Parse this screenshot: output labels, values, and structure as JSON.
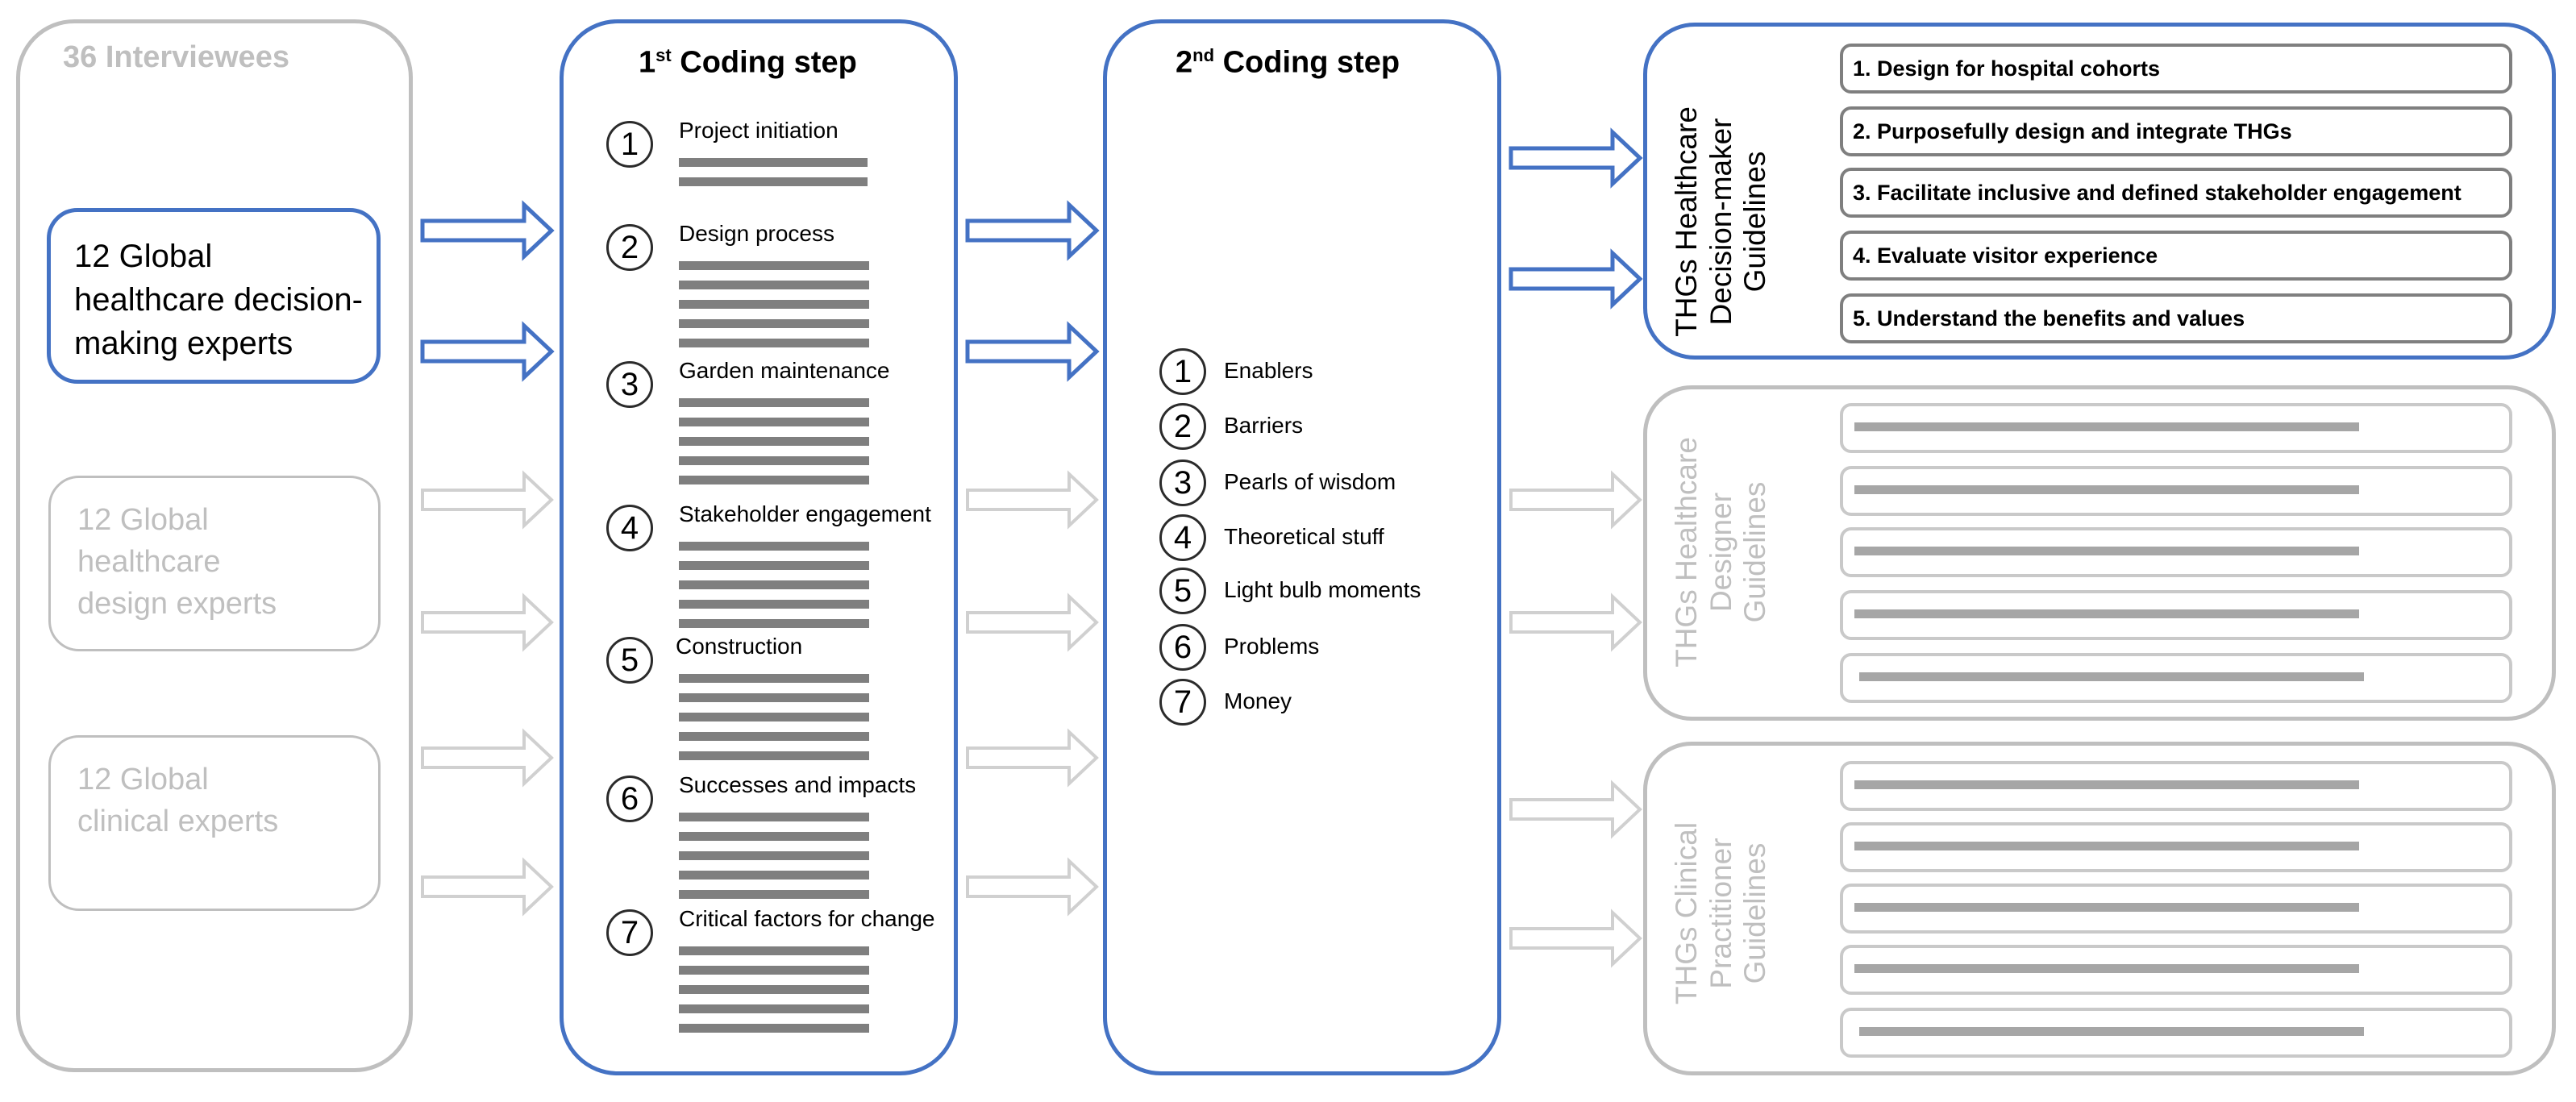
{
  "interviewees": {
    "title": "36 Interviewees",
    "groups": [
      {
        "label": "12 Global healthcare decision-making experts",
        "lines": [
          "12 Global",
          "healthcare decision-",
          "making experts"
        ],
        "active": true
      },
      {
        "label": "12 Global healthcare design experts",
        "lines": [
          "12 Global",
          "healthcare",
          "design experts"
        ],
        "active": false
      },
      {
        "label": "12 Global clinical experts",
        "lines": [
          "12 Global",
          "clinical experts"
        ],
        "active": false
      }
    ]
  },
  "first_coding": {
    "title_prefix": "1",
    "title_sup": "st",
    "title_suffix": " Coding step",
    "items": [
      {
        "num": "1",
        "label": "Project initiation",
        "bars": 2
      },
      {
        "num": "2",
        "label": "Design process",
        "bars": 5
      },
      {
        "num": "3",
        "label": "Garden maintenance",
        "bars": 5
      },
      {
        "num": "4",
        "label": "Stakeholder engagement",
        "bars": 5
      },
      {
        "num": "5",
        "label": "Construction",
        "bars": 5
      },
      {
        "num": "6",
        "label": "Successes and impacts",
        "bars": 5
      },
      {
        "num": "7",
        "label": "Critical factors for change",
        "bars": 5
      }
    ]
  },
  "second_coding": {
    "title_prefix": "2",
    "title_sup": "nd",
    "title_suffix": " Coding step",
    "items": [
      {
        "num": "1",
        "label": "Enablers"
      },
      {
        "num": "2",
        "label": "Barriers"
      },
      {
        "num": "3",
        "label": "Pearls of wisdom"
      },
      {
        "num": "4",
        "label": "Theoretical stuff"
      },
      {
        "num": "5",
        "label": "Light bulb moments"
      },
      {
        "num": "6",
        "label": "Problems"
      },
      {
        "num": "7",
        "label": "Money"
      }
    ]
  },
  "guidelines": [
    {
      "title_lines": [
        "THGs Healthcare",
        "Decision-maker",
        "Guidelines"
      ],
      "active": true,
      "items": [
        "1. Design for hospital cohorts",
        "2. Purposefully design and integrate THGs",
        "3. Facilitate inclusive and defined stakeholder engagement",
        "4. Evaluate visitor experience",
        "5. Understand the benefits and values"
      ]
    },
    {
      "title_lines": [
        "THGs Healthcare",
        "Designer",
        "Guidelines"
      ],
      "active": false,
      "items": []
    },
    {
      "title_lines": [
        "THGs  Clinical",
        "Practitioner",
        "Guidelines"
      ],
      "active": false,
      "items": []
    }
  ],
  "colors": {
    "active": "#4472c4",
    "inactive": "#bfbfbf",
    "bars": "#7f7f7f"
  }
}
